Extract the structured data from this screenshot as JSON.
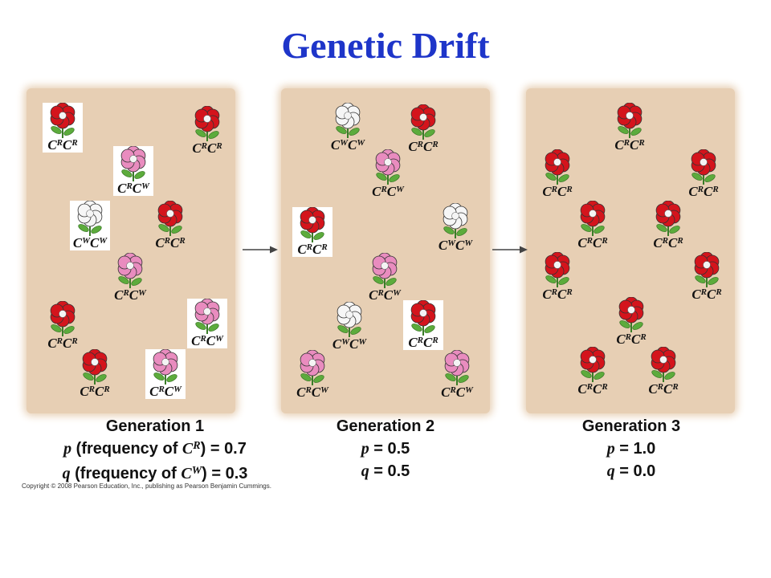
{
  "title": "Genetic Drift",
  "colors": {
    "title": "#1e35c9",
    "panel": "#e7cfb4",
    "red": "#d4141c",
    "pink": "#e98cbf",
    "white": "#f6f6f6",
    "leaf": "#5cab3c"
  },
  "panels": [
    {
      "generation": "Generation 1",
      "p_label": "(frequency of",
      "p_allele": "R",
      "p_value": ") = 0.7",
      "q_label": "(frequency of",
      "q_allele": "W",
      "q_value": ") = 0.3",
      "flowers": [
        {
          "color": "red",
          "a": "R",
          "b": "R",
          "boxed": true
        },
        {
          "color": "red",
          "a": "R",
          "b": "R",
          "boxed": false
        },
        {
          "color": "pink",
          "a": "R",
          "b": "W",
          "boxed": true
        },
        {
          "color": "white",
          "a": "W",
          "b": "W",
          "boxed": true
        },
        {
          "color": "red",
          "a": "R",
          "b": "R",
          "boxed": false
        },
        {
          "color": "pink",
          "a": "R",
          "b": "W",
          "boxed": false
        },
        {
          "color": "red",
          "a": "R",
          "b": "R",
          "boxed": false
        },
        {
          "color": "pink",
          "a": "R",
          "b": "W",
          "boxed": true
        },
        {
          "color": "red",
          "a": "R",
          "b": "R",
          "boxed": false
        },
        {
          "color": "pink",
          "a": "R",
          "b": "W",
          "boxed": true
        }
      ]
    },
    {
      "generation": "Generation 2",
      "p_line": "= 0.5",
      "q_line": "= 0.5",
      "flowers": [
        {
          "color": "white",
          "a": "W",
          "b": "W",
          "boxed": false
        },
        {
          "color": "red",
          "a": "R",
          "b": "R",
          "boxed": false
        },
        {
          "color": "pink",
          "a": "R",
          "b": "W",
          "boxed": false
        },
        {
          "color": "red",
          "a": "R",
          "b": "R",
          "boxed": true
        },
        {
          "color": "white",
          "a": "W",
          "b": "W",
          "boxed": false
        },
        {
          "color": "pink",
          "a": "R",
          "b": "W",
          "boxed": false
        },
        {
          "color": "white",
          "a": "W",
          "b": "W",
          "boxed": false
        },
        {
          "color": "red",
          "a": "R",
          "b": "R",
          "boxed": true
        },
        {
          "color": "pink",
          "a": "R",
          "b": "W",
          "boxed": false
        },
        {
          "color": "pink",
          "a": "R",
          "b": "W",
          "boxed": false
        }
      ]
    },
    {
      "generation": "Generation 3",
      "p_line": "= 1.0",
      "q_line": "= 0.0",
      "flowers": [
        {
          "color": "red",
          "a": "R",
          "b": "R",
          "boxed": false
        },
        {
          "color": "red",
          "a": "R",
          "b": "R",
          "boxed": false
        },
        {
          "color": "red",
          "a": "R",
          "b": "R",
          "boxed": false
        },
        {
          "color": "red",
          "a": "R",
          "b": "R",
          "boxed": false
        },
        {
          "color": "red",
          "a": "R",
          "b": "R",
          "boxed": false
        },
        {
          "color": "red",
          "a": "R",
          "b": "R",
          "boxed": false
        },
        {
          "color": "red",
          "a": "R",
          "b": "R",
          "boxed": false
        },
        {
          "color": "red",
          "a": "R",
          "b": "R",
          "boxed": false
        },
        {
          "color": "red",
          "a": "R",
          "b": "R",
          "boxed": false
        },
        {
          "color": "red",
          "a": "R",
          "b": "R",
          "boxed": false
        }
      ]
    }
  ],
  "var_p": "p",
  "var_q": "q",
  "allele_letter": "C",
  "copyright": "Copyright © 2008 Pearson Education, Inc., publishing as Pearson Benjamin Cummings."
}
